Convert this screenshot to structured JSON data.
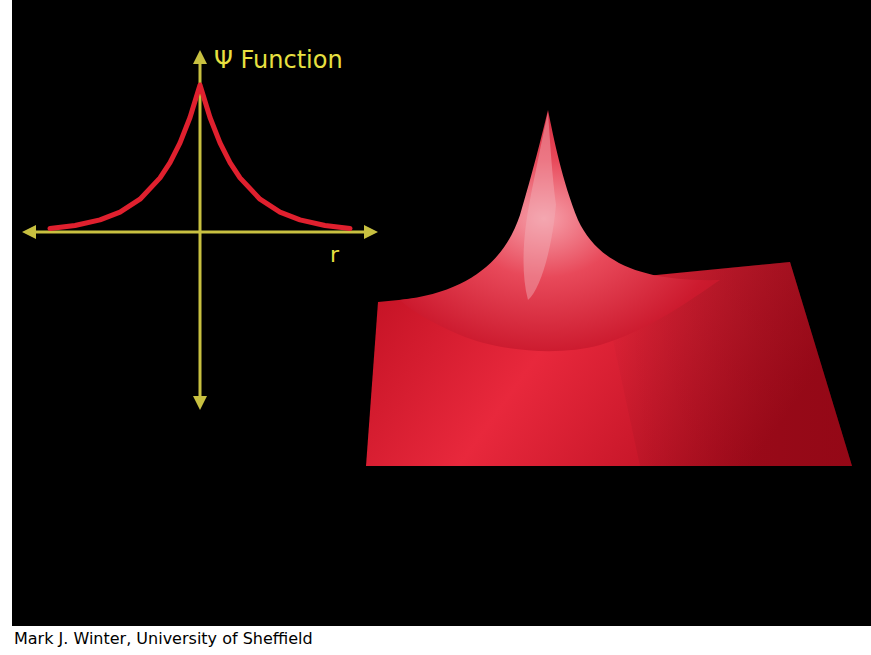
{
  "diagram": {
    "labels": [
      "Ψ Function",
      "r",
      "Mark J. Winter, University of Sheffield"
    ]
  }
}
